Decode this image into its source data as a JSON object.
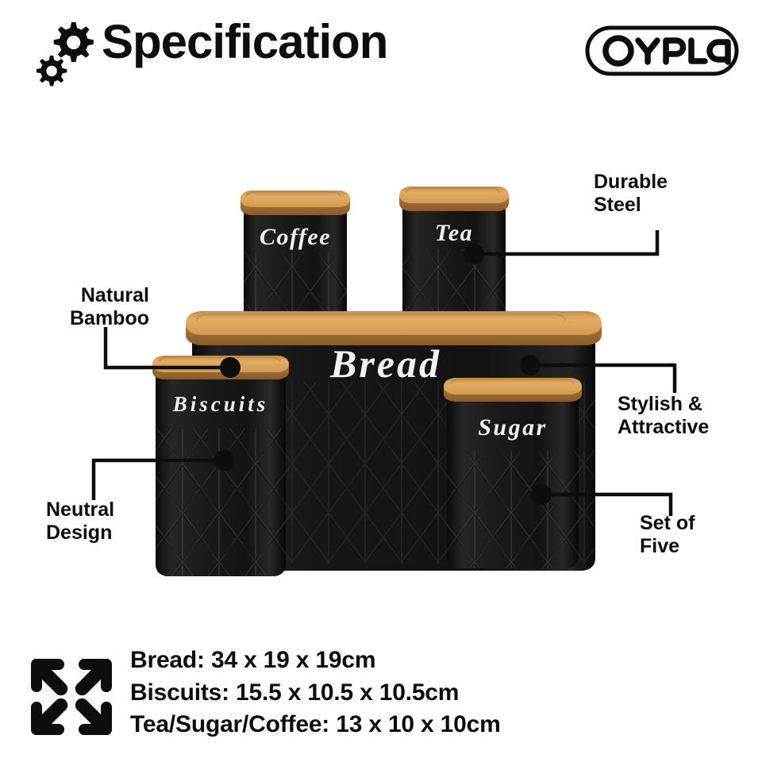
{
  "header": {
    "title": "Specification",
    "gear_icon": "gears-icon",
    "brand": "OYPLA"
  },
  "product": {
    "canisters": [
      {
        "id": "coffee",
        "label": "Coffee",
        "shape": "round"
      },
      {
        "id": "tea",
        "label": "Tea",
        "shape": "round"
      },
      {
        "id": "bread",
        "label": "Bread",
        "shape": "oval-large"
      },
      {
        "id": "biscuits",
        "label": "Biscuits",
        "shape": "oval"
      },
      {
        "id": "sugar",
        "label": "Sugar",
        "shape": "oval"
      }
    ],
    "colors": {
      "body_black": "#121212",
      "bamboo_light": "#E0A95E",
      "bamboo_mid": "#C98B44",
      "bamboo_dark": "#9A6A32",
      "label_white": "#F2F2F2"
    }
  },
  "callouts": [
    {
      "id": "durable-steel",
      "text": "Durable\nSteel",
      "side": "right"
    },
    {
      "id": "stylish-attractive",
      "text": "Stylish &\nAttractive",
      "side": "right"
    },
    {
      "id": "set-of-five",
      "text": "Set of\nFive",
      "side": "right"
    },
    {
      "id": "natural-bamboo",
      "text": "Natural\nBamboo",
      "side": "left"
    },
    {
      "id": "neutral-design",
      "text": "Neutral\nDesign",
      "side": "left"
    }
  ],
  "dimensions": {
    "icon": "expand-arrows-icon",
    "lines": [
      "Bread: 34 x 19 x 19cm",
      "Biscuits: 15.5 x 10.5 x 10.5cm",
      "Tea/Sugar/Coffee: 13 x 10 x 10cm"
    ]
  }
}
